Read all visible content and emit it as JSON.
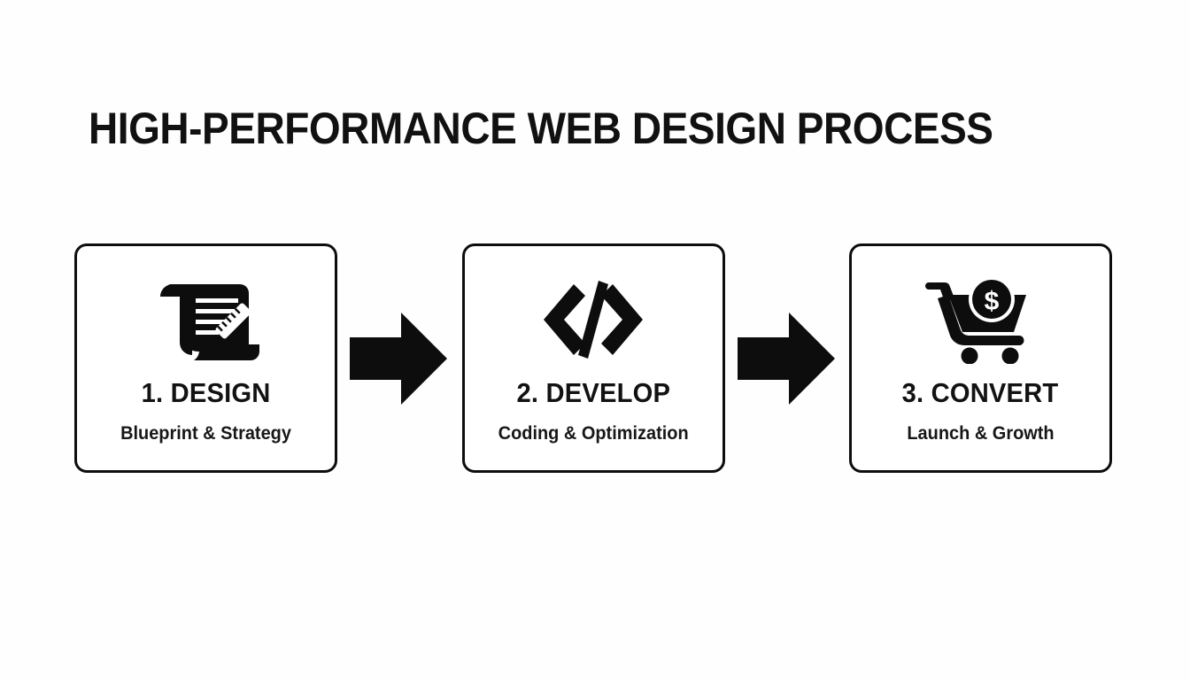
{
  "page": {
    "title": "HIGH-PERFORMANCE WEB DESIGN PROCESS",
    "background_color": "#fefefe",
    "ink_color": "#0d0d0d"
  },
  "flow": {
    "arrow_glyph": "right-arrow",
    "steps": [
      {
        "icon": "blueprint-scroll-icon",
        "title": "1. DESIGN",
        "subtitle": "Blueprint & Strategy"
      },
      {
        "icon": "code-brackets-icon",
        "title": "2. DEVELOP",
        "subtitle": "Coding & Optimization"
      },
      {
        "icon": "shopping-cart-dollar-icon",
        "title": "3. CONVERT",
        "subtitle": "Launch & Growth"
      }
    ],
    "arrows": [
      {
        "label": "arrow-step1-to-step2"
      },
      {
        "label": "arrow-step2-to-step3"
      }
    ]
  }
}
